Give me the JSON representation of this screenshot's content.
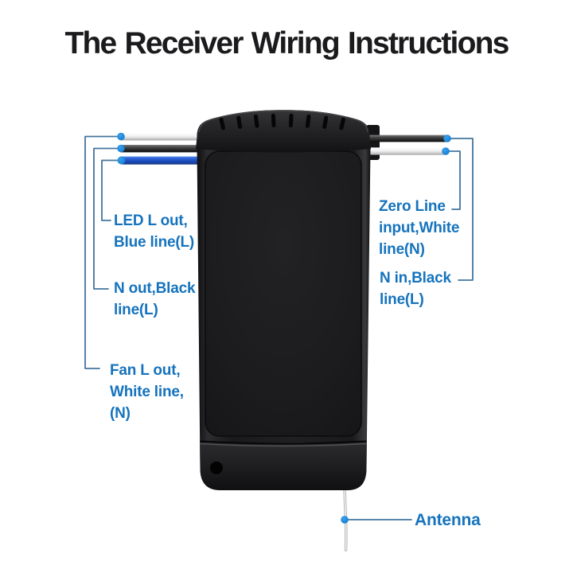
{
  "title": "The Receiver Wiring Instructions",
  "colors": {
    "label_text": "#1573bd",
    "callout_line": "#43759f",
    "dot": "#1e88dc",
    "wire_blue": "#2153c6",
    "device_black": "#1e1e1e",
    "background": "#ffffff"
  },
  "device": {
    "name": "remote receiver unit",
    "parts": [
      "top-cap-with-vents",
      "main-body",
      "bottom-cap",
      "mounting-hole",
      "antenna-wire"
    ]
  },
  "callouts": {
    "left": [
      {
        "id": "led-l-out",
        "wire": "blue-wire-left",
        "lines": [
          "LED L out,",
          "Blue line(L)"
        ]
      },
      {
        "id": "n-out",
        "wire": "black-wire-left",
        "lines": [
          "N out,Black",
          "line(L)"
        ]
      },
      {
        "id": "fan-l-out",
        "wire": "white-wire-left",
        "lines": [
          "Fan L out,",
          "White line,",
          "(N)"
        ]
      }
    ],
    "right": [
      {
        "id": "zero-line-input",
        "wire": "white-wire-right",
        "lines": [
          "Zero Line",
          "input,White",
          "line(N)"
        ]
      },
      {
        "id": "n-in",
        "wire": "black-wire-right",
        "lines": [
          "N in,Black",
          "line(L)"
        ]
      }
    ],
    "bottom": [
      {
        "id": "antenna",
        "wire": "antenna-wire",
        "lines": [
          "Antenna"
        ]
      }
    ]
  }
}
